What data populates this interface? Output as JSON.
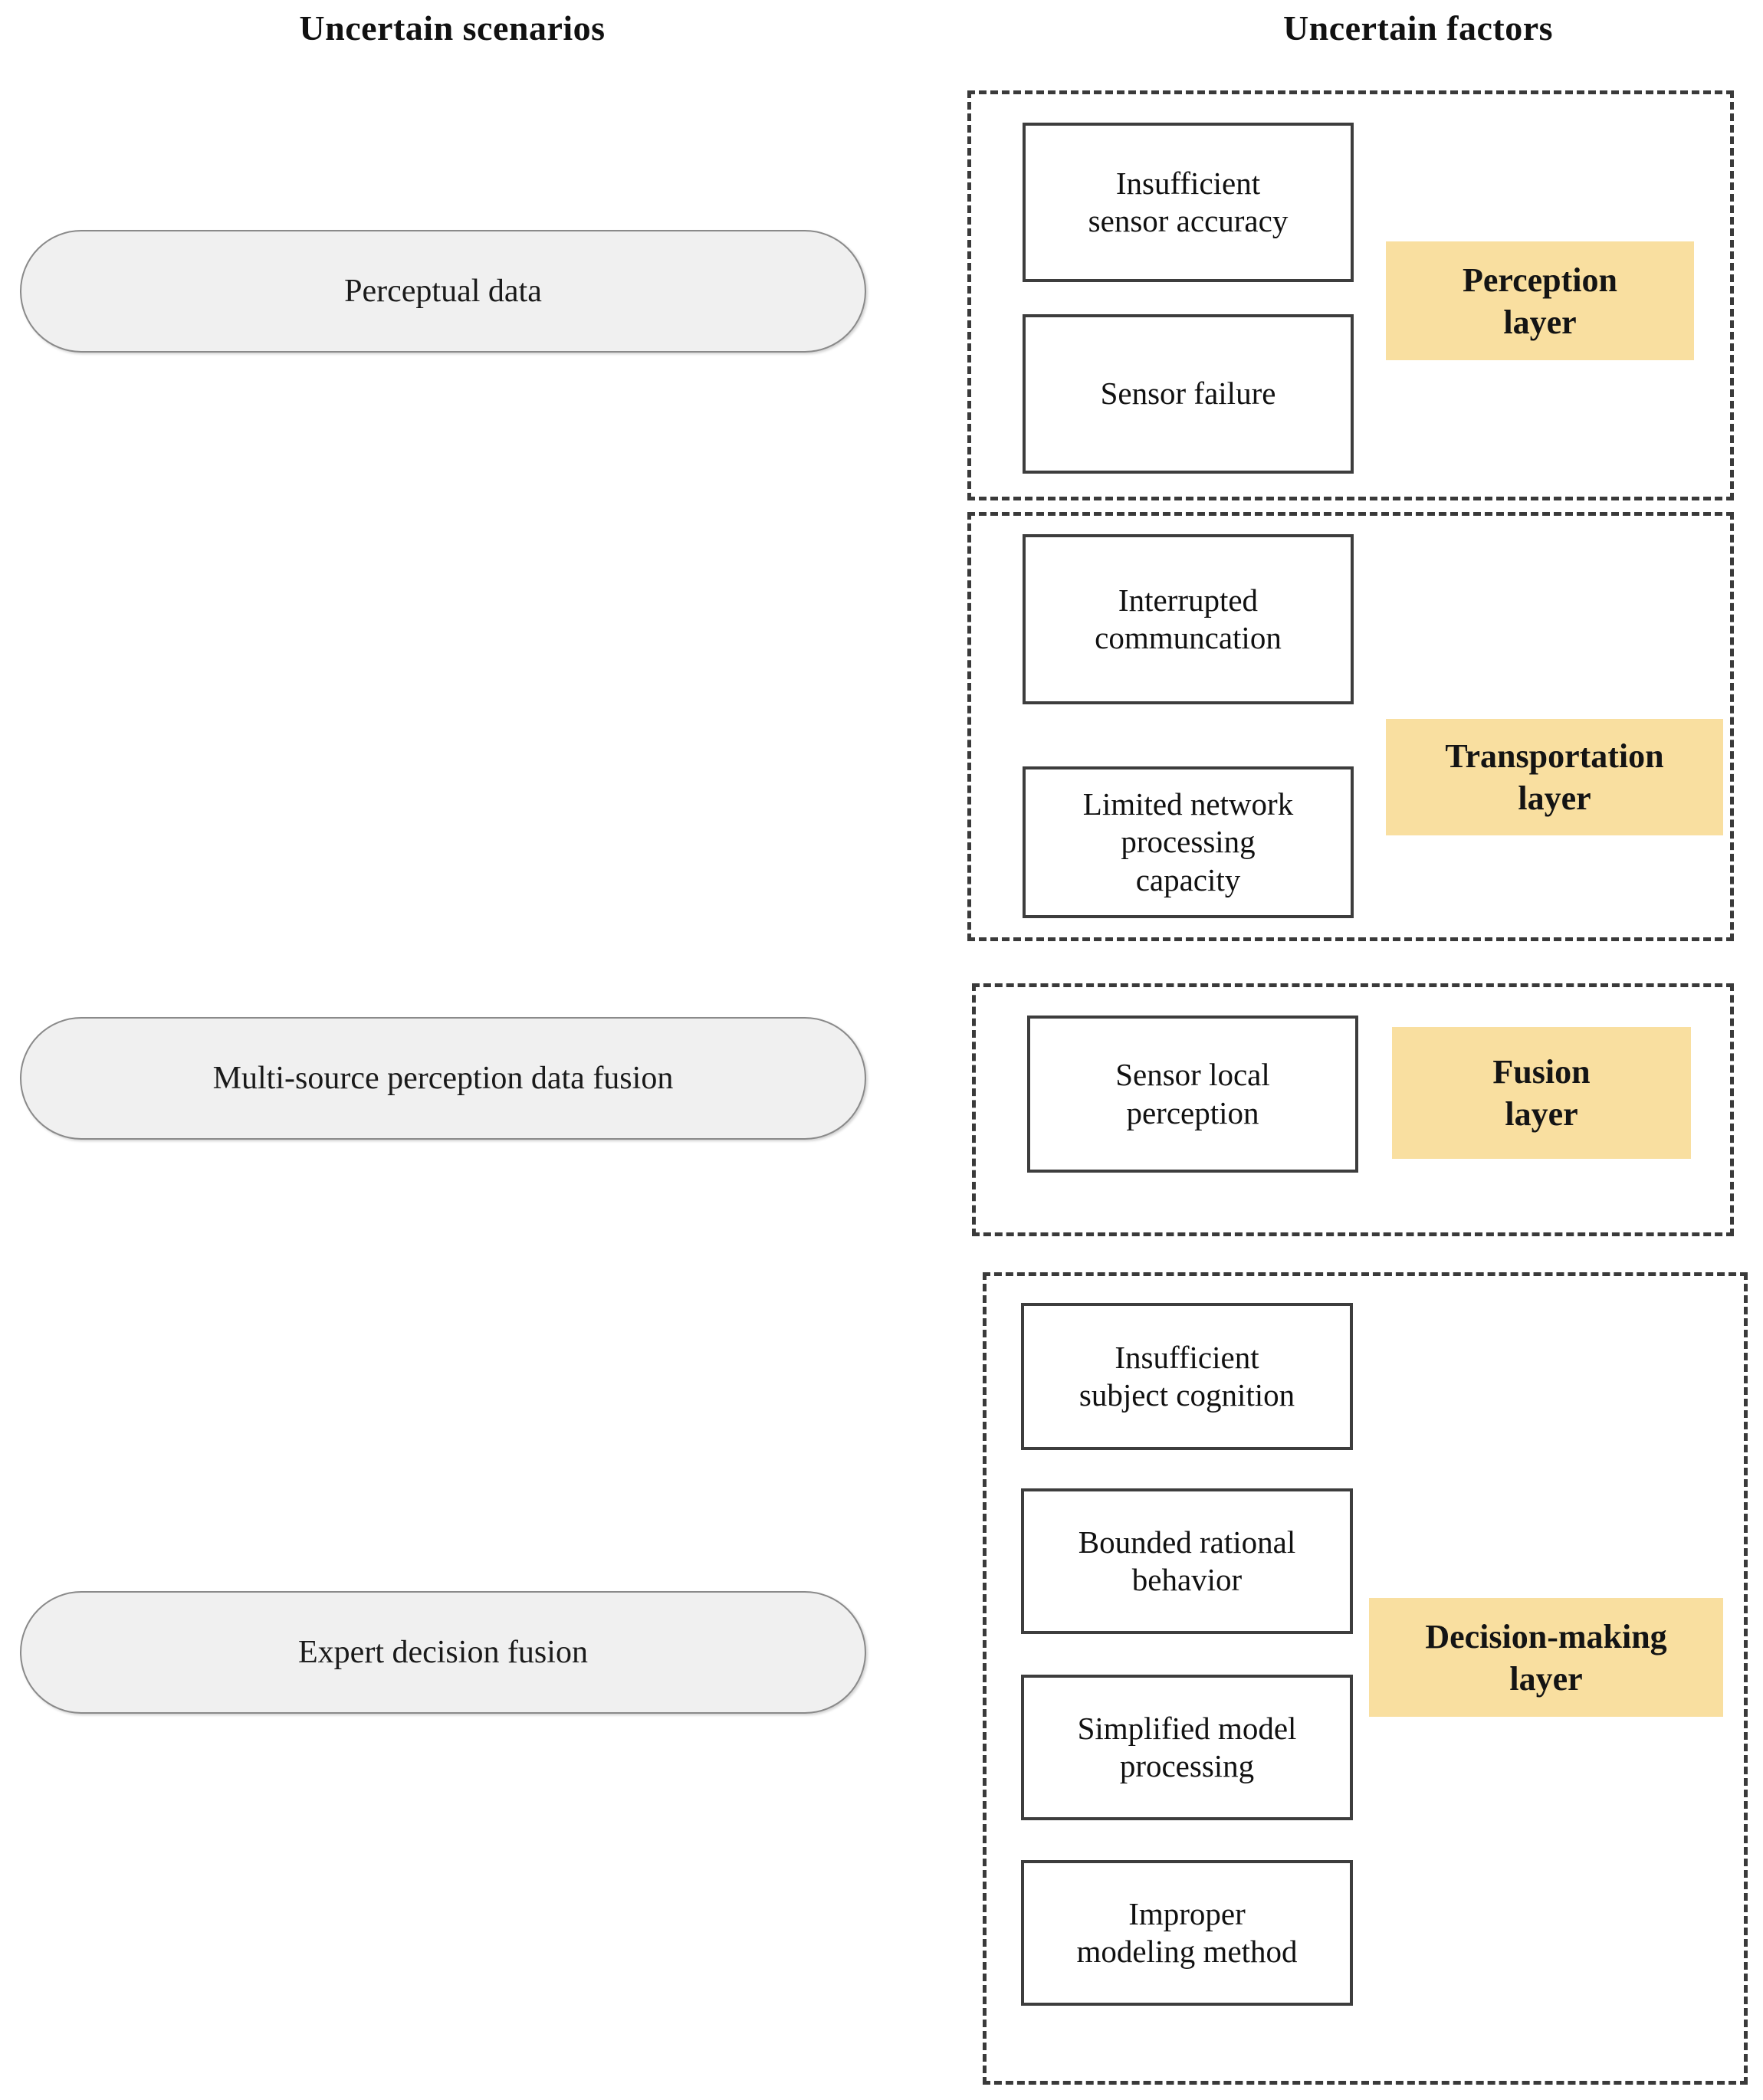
{
  "headings": {
    "left": "Uncertain scenarios",
    "right": "Uncertain factors"
  },
  "scenarios": [
    {
      "label": "Perceptual data"
    },
    {
      "label": "Multi-source perception data fusion"
    },
    {
      "label": "Expert decision fusion"
    }
  ],
  "layers": [
    {
      "name": "Perception layer",
      "label": "Perception\nlayer",
      "factors": [
        "Insufficient\nsensor accuracy",
        "Sensor failure"
      ]
    },
    {
      "name": "Transportation layer",
      "label": "Transportation\nlayer",
      "factors": [
        "Interrupted\ncommuncation",
        "Limited network\nprocessing\ncapacity"
      ]
    },
    {
      "name": "Fusion layer",
      "label": "Fusion\nlayer",
      "factors": [
        "Sensor local\nperception"
      ]
    },
    {
      "name": "Decision-making layer",
      "label": "Decision-making\nlayer",
      "factors": [
        "Insufficient\nsubject cognition",
        "Bounded rational\nbehavior",
        "Simplified model\nprocessing",
        "Improper\nmodeling method"
      ]
    }
  ],
  "colors": {
    "layer_label_background": "#f9dfa0",
    "scenario_fill": "#f0f0f0",
    "scenario_border": "#8a8a8a",
    "factor_border": "#3d3d3d",
    "group_border": "#3a3a3a",
    "page_background": "#ffffff"
  }
}
